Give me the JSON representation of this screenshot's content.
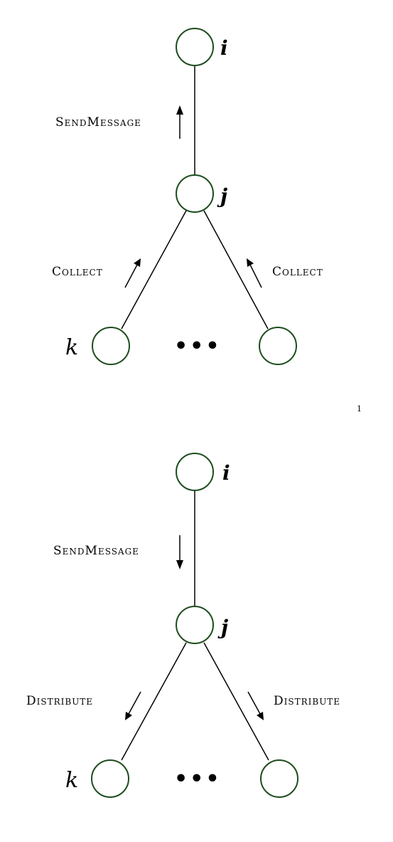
{
  "diagram_top": {
    "root_label": "i",
    "middle_label": "j",
    "leaf_label": "k",
    "ellipsis": "•••",
    "edge_top_label": "SendMessage",
    "edge_left_label": "Collect",
    "edge_right_label": "Collect",
    "arrow_direction": "up"
  },
  "page_number": "1",
  "diagram_bottom": {
    "root_label": "i",
    "middle_label": "j",
    "leaf_label": "k",
    "ellipsis": "•••",
    "edge_top_label": "SendMessage",
    "edge_left_label": "Distribute",
    "edge_right_label": "Distribute",
    "arrow_direction": "down"
  },
  "colors": {
    "node_stroke": "#1e4d1e",
    "edge": "#000000"
  }
}
